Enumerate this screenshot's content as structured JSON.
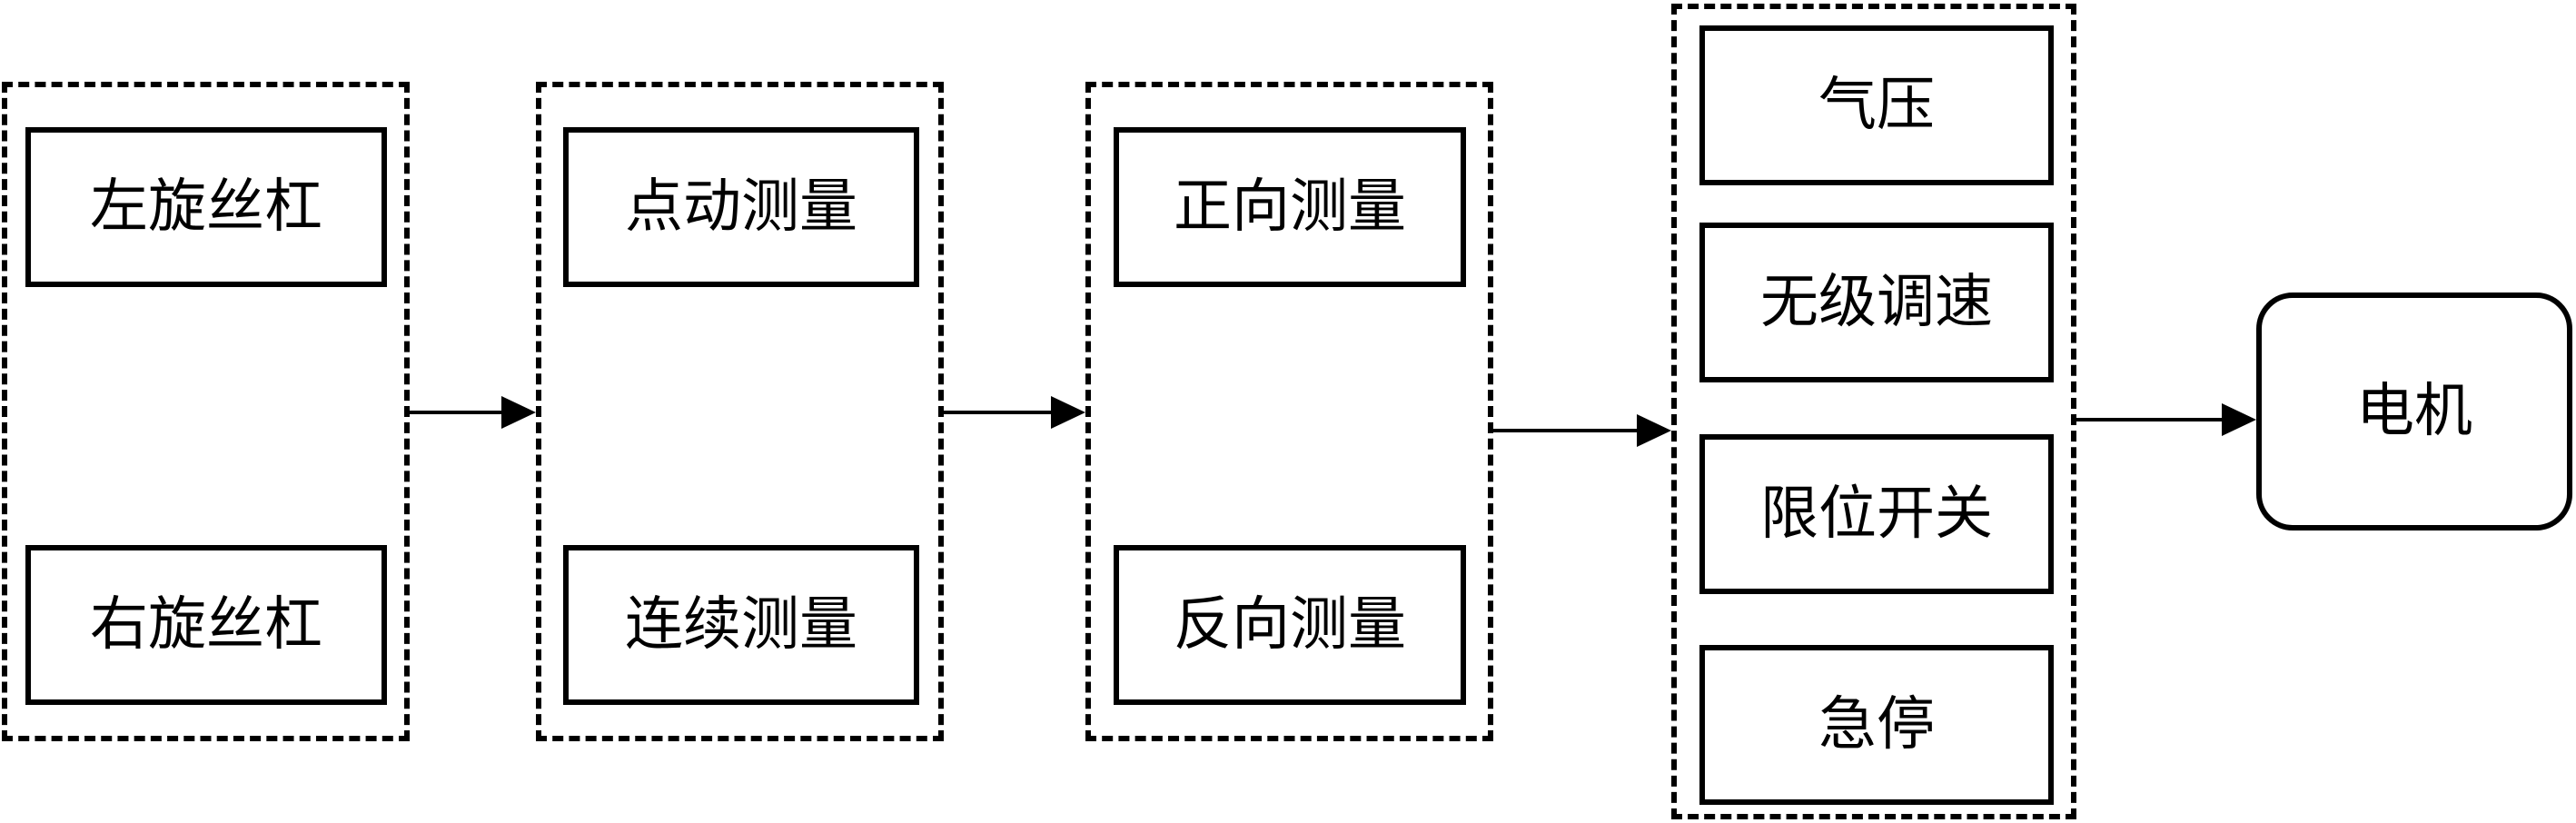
{
  "diagram": {
    "groups": [
      {
        "id": "screw",
        "nodes": [
          "左旋丝杠",
          "右旋丝杠"
        ]
      },
      {
        "id": "measure_mode",
        "nodes": [
          "点动测量",
          "连续测量"
        ]
      },
      {
        "id": "direction",
        "nodes": [
          "正向测量",
          "反向测量"
        ]
      },
      {
        "id": "control",
        "nodes": [
          "气压",
          "无级调速",
          "限位开关",
          "急停"
        ]
      }
    ],
    "target": {
      "label": "电机",
      "shape": "rounded-rectangle"
    },
    "flow": [
      "screw",
      "measure_mode",
      "direction",
      "control",
      "target"
    ],
    "colors": {
      "stroke": "#000000",
      "background": "#ffffff"
    }
  }
}
